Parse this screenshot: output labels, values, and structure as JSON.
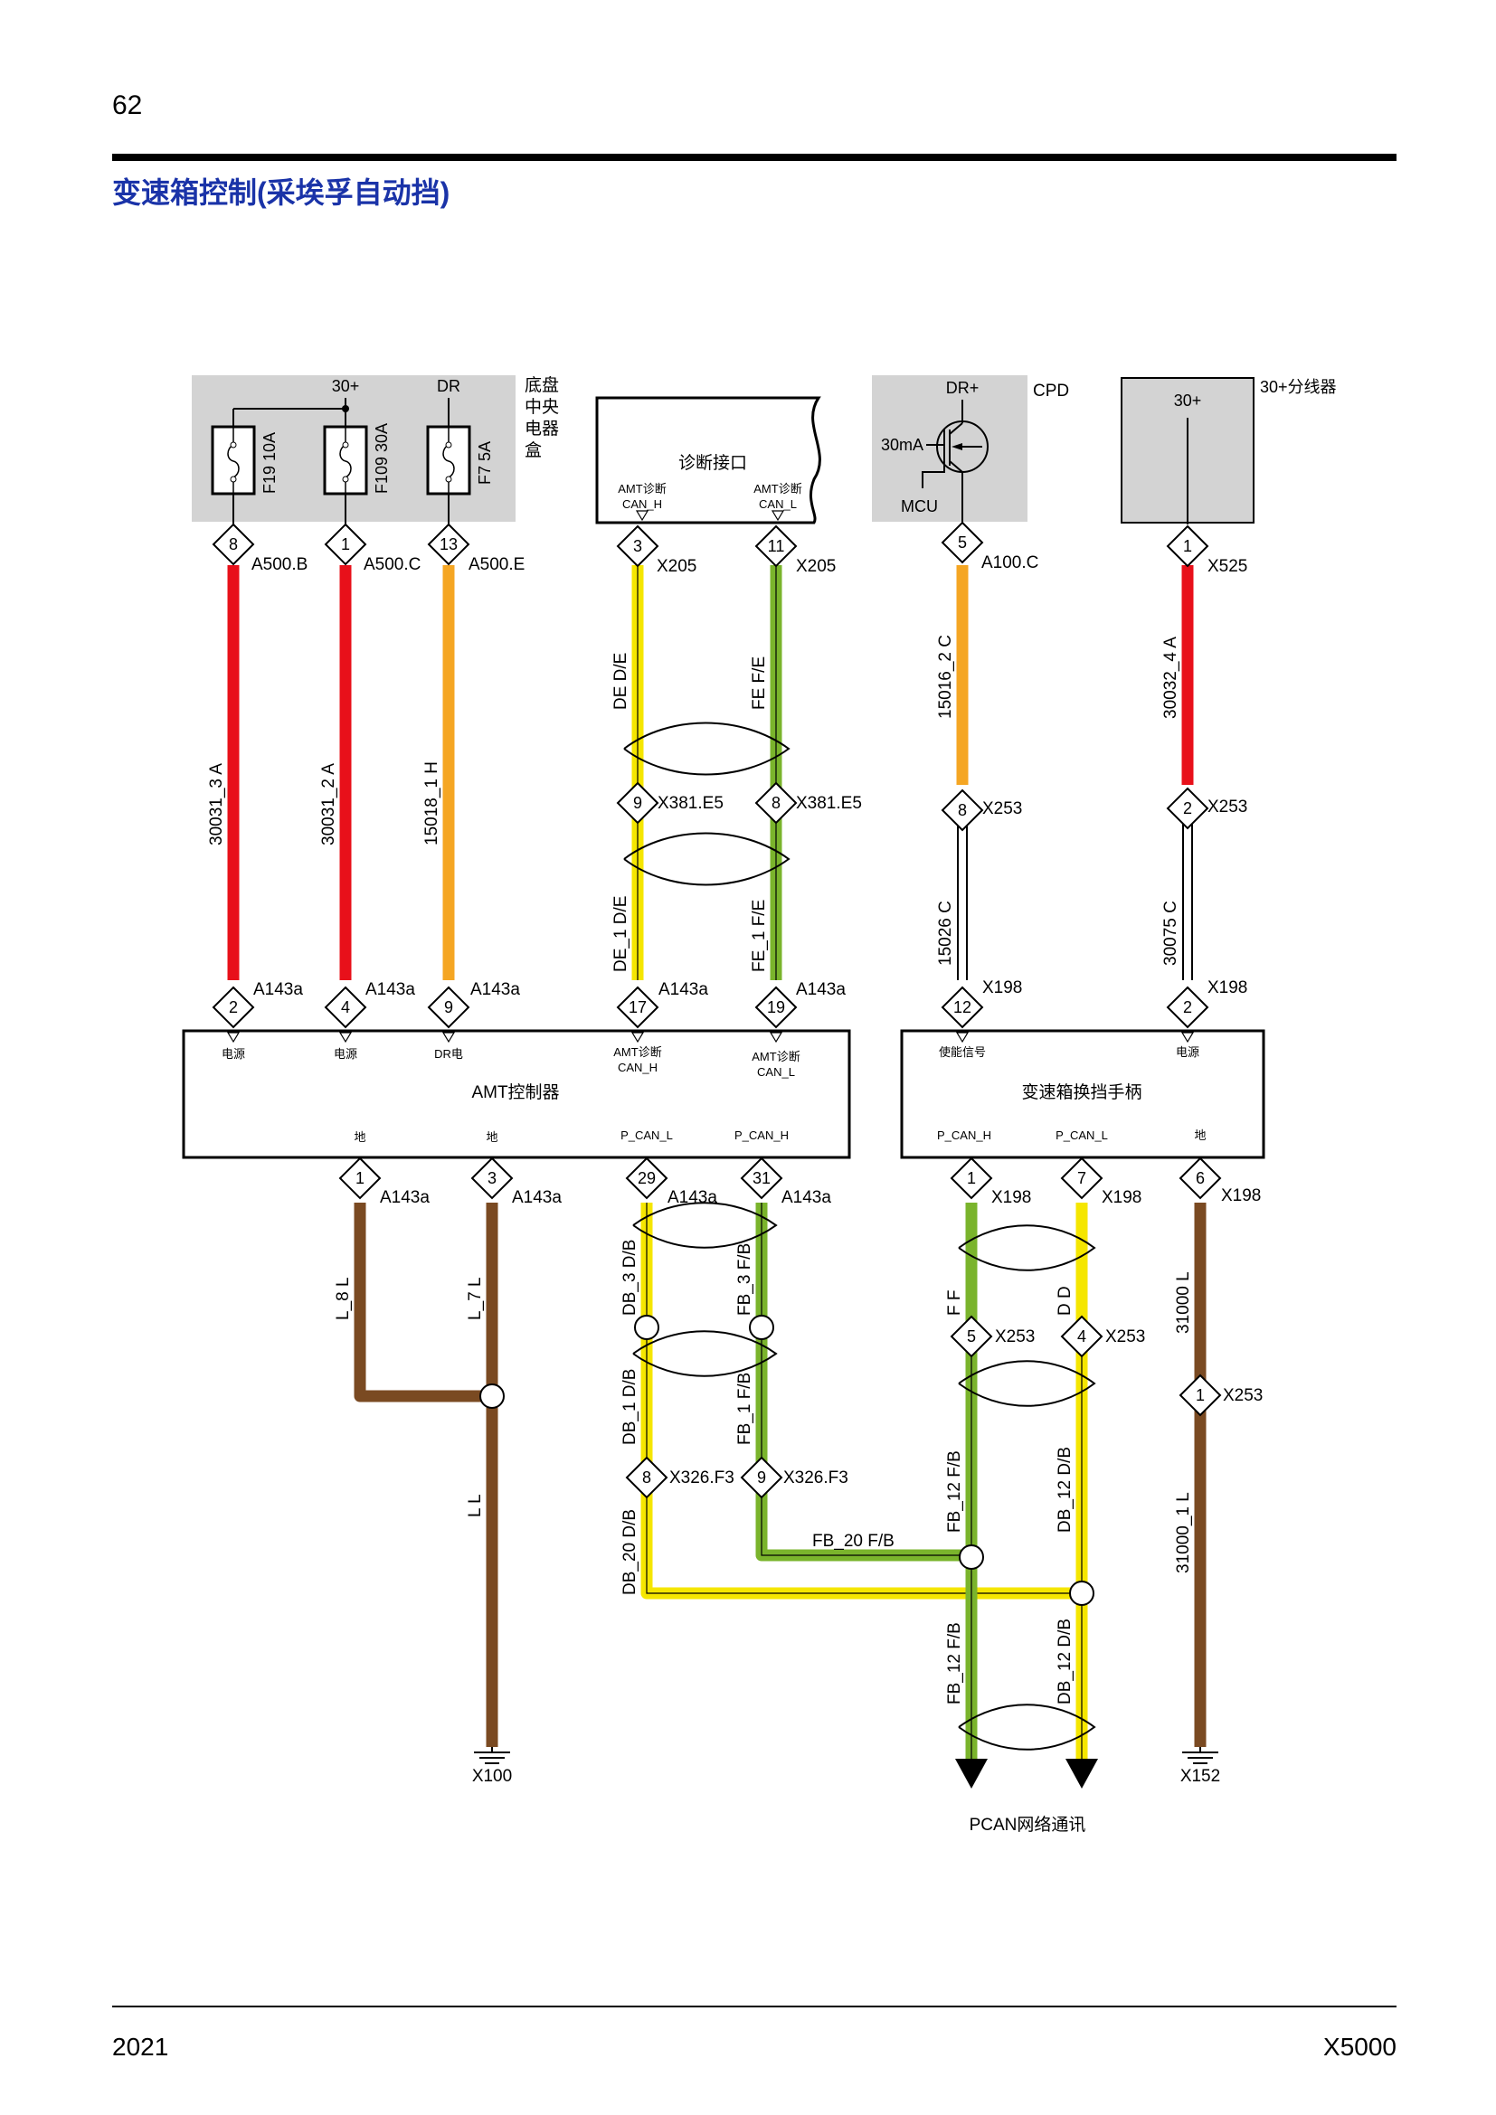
{
  "page": {
    "number": "62",
    "title": "变速箱控制(采埃孚自动挡)",
    "year": "2021",
    "model": "X5000"
  },
  "boxes": {
    "chassis": {
      "label": "底盘中央电器盒",
      "supply_30": "30+",
      "supply_dr": "DR",
      "fuses": [
        {
          "id": "F19",
          "rating": "10A"
        },
        {
          "id": "F109",
          "rating": "30A"
        },
        {
          "id": "F7",
          "rating": "5A"
        }
      ]
    },
    "diag": {
      "label": "诊断接口",
      "pin_h": "AMT诊断 CAN_H",
      "pin_l": "AMT诊断 CAN_L"
    },
    "cpd": {
      "label": "CPD",
      "supply": "DR+",
      "current": "30mA",
      "mcu": "MCU"
    },
    "splitter": {
      "label": "30+分线器",
      "supply": "30+"
    },
    "amt": {
      "label": "AMT控制器",
      "top_pins": [
        "电源",
        "电源",
        "DR电",
        "AMT诊断 CAN_H",
        "AMT诊断 CAN_L"
      ],
      "bottom_pins": [
        "地",
        "地",
        "P_CAN_L",
        "P_CAN_H"
      ]
    },
    "shifter": {
      "label": "变速箱换挡手柄",
      "top_pins": [
        "使能信号",
        "电源"
      ],
      "bottom_pins": [
        "P_CAN_H",
        "P_CAN_L",
        "地"
      ]
    }
  },
  "connectors": {
    "a500b": {
      "pin": "8",
      "name": "A500.B"
    },
    "a500c": {
      "pin": "1",
      "name": "A500.C"
    },
    "a500e": {
      "pin": "13",
      "name": "A500.E"
    },
    "x205h": {
      "pin": "3",
      "name": "X205"
    },
    "x205l": {
      "pin": "11",
      "name": "X205"
    },
    "a100c": {
      "pin": "5",
      "name": "A100.C"
    },
    "x525": {
      "pin": "1",
      "name": "X525"
    },
    "x381h": {
      "pin": "9",
      "name": "X381.E5"
    },
    "x381l": {
      "pin": "8",
      "name": "X381.E5"
    },
    "x253a": {
      "pin": "8",
      "name": "X253"
    },
    "x253b": {
      "pin": "2",
      "name": "X253"
    },
    "a143_2": {
      "pin": "2",
      "name": "A143a"
    },
    "a143_4": {
      "pin": "4",
      "name": "A143a"
    },
    "a143_9": {
      "pin": "9",
      "name": "A143a"
    },
    "a143_17": {
      "pin": "17",
      "name": "A143a"
    },
    "a143_19": {
      "pin": "19",
      "name": "A143a"
    },
    "x198_12": {
      "pin": "12",
      "name": "X198"
    },
    "x198_2": {
      "pin": "2",
      "name": "X198"
    },
    "a143_1": {
      "pin": "1",
      "name": "A143a"
    },
    "a143_3": {
      "pin": "3",
      "name": "A143a"
    },
    "a143_29": {
      "pin": "29",
      "name": "A143a"
    },
    "a143_31": {
      "pin": "31",
      "name": "A143a"
    },
    "x198_1": {
      "pin": "1",
      "name": "X198"
    },
    "x198_7": {
      "pin": "7",
      "name": "X198"
    },
    "x198_6": {
      "pin": "6",
      "name": "X198"
    },
    "x253_5": {
      "pin": "5",
      "name": "X253"
    },
    "x253_4": {
      "pin": "4",
      "name": "X253"
    },
    "x253_1": {
      "pin": "1",
      "name": "X253"
    },
    "x326_8": {
      "pin": "8",
      "name": "X326.F3"
    },
    "x326_9": {
      "pin": "9",
      "name": "X326.F3"
    }
  },
  "wires": {
    "w1": "30031_3 A",
    "w2": "30031_2 A",
    "w3": "15018_1 H",
    "w4": "DE D/E",
    "w5": "FE F/E",
    "w6": "DE_1 D/E",
    "w7": "FE_1 F/E",
    "w8": "15016_2 C",
    "w9": "30032_4 A",
    "w10": "15026 C",
    "w11": "30075 C",
    "w12": "L_8 L",
    "w13": "L_7 L",
    "w14": "L L",
    "w15": "DB_3 D/B",
    "w16": "FB_3 F/B",
    "w17": "DB_1 D/B",
    "w18": "FB_1 F/B",
    "w19": "DB_20 D/B",
    "w20": "FB_20 F/B",
    "w21": "F F",
    "w22": "D D",
    "w23": "FB_12 F/B",
    "w24": "DB_12 D/B",
    "w25": "FB_12 F/B",
    "w26": "DB_12 D/B",
    "w27": "31000 L",
    "w28": "31000_1 L"
  },
  "grounds": {
    "g1": "X100",
    "g2": "X152"
  },
  "network": "PCAN网络通讯",
  "colors": {
    "red": "#e8101a",
    "orange": "#f5a623",
    "yellow": "#f5e600",
    "green": "#7ab42c",
    "brown": "#7a4a22",
    "title": "#1a33a8",
    "box_gray": "#d3d3d3"
  }
}
